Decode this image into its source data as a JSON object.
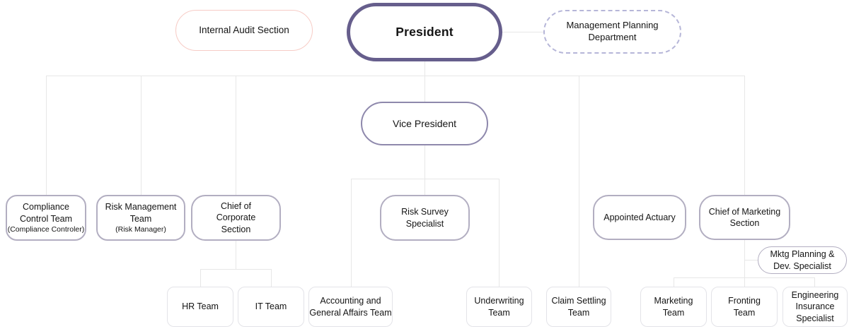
{
  "nodes": {
    "internal_audit": {
      "label": "Internal Audit Section"
    },
    "president": {
      "label": "President"
    },
    "mgmt_planning": {
      "label": "Management Planning\nDepartment"
    },
    "vice_president": {
      "label": "Vice President"
    },
    "compliance": {
      "label": "Compliance\nControl Team",
      "sublabel": "(Compliance Controler)"
    },
    "risk_mgmt": {
      "label": "Risk Management\nTeam",
      "sublabel": "(Risk Manager)"
    },
    "chief_corporate": {
      "label": "Chief of\nCorporate\nSection"
    },
    "risk_survey": {
      "label": "Risk Survey\nSpecialist"
    },
    "appointed_actuary": {
      "label": "Appointed Actuary"
    },
    "chief_marketing": {
      "label": "Chief of Marketing\nSection"
    },
    "mktg_planning": {
      "label": "Mktg Planning &\nDev. Specialist"
    },
    "hr_team": {
      "label": "HR Team"
    },
    "it_team": {
      "label": "IT Team"
    },
    "accounting": {
      "label": "Accounting and\nGeneral Affairs Team"
    },
    "underwriting": {
      "label": "Underwriting\nTeam"
    },
    "claim_settling": {
      "label": "Claim Settling\nTeam"
    },
    "marketing_team": {
      "label": "Marketing\nTeam"
    },
    "fronting_team": {
      "label": "Fronting\nTeam"
    },
    "engineering": {
      "label": "Engineering\nInsurance\nSpecialist"
    }
  },
  "colors": {
    "president_border": "#665e8c",
    "vp_border": "#8e88ac",
    "mid_border": "#b2aec1",
    "leaf_border": "#e3e3e8",
    "audit_border": "#f7ccc6",
    "dashed_border": "#b6b6d8",
    "connector": "#e7e7e7",
    "text": "#141414"
  }
}
